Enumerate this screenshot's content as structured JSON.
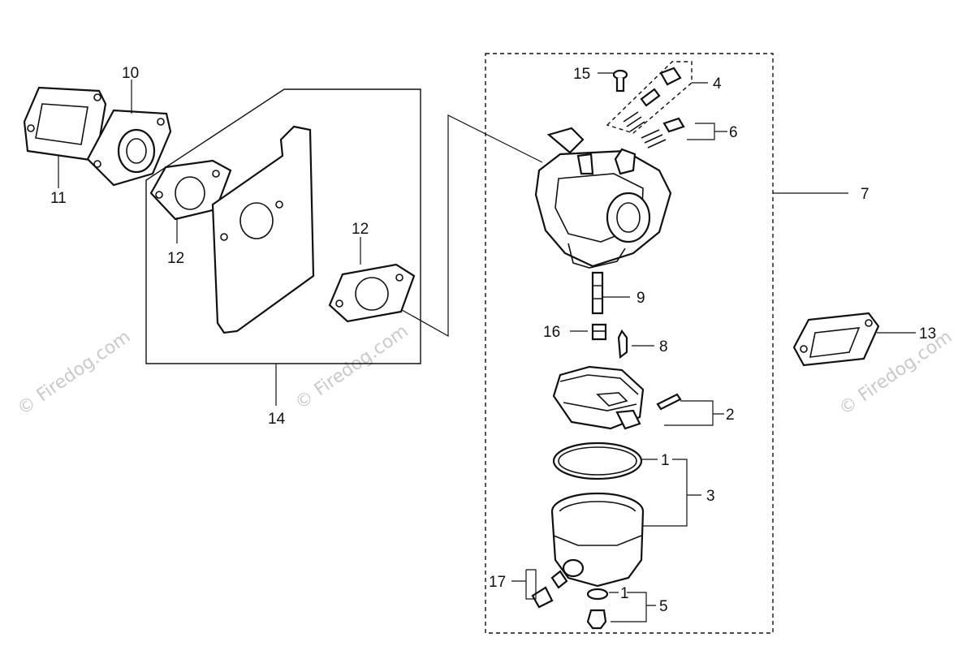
{
  "watermark": {
    "text": "© Firedog.com"
  },
  "callouts": {
    "p1a": "1",
    "p1b": "1",
    "p2": "2",
    "p3": "3",
    "p4": "4",
    "p5": "5",
    "p6": "6",
    "p7": "7",
    "p8": "8",
    "p9": "9",
    "p10": "10",
    "p11": "11",
    "p12a": "12",
    "p12b": "12",
    "p13": "13",
    "p14": "14",
    "p15": "15",
    "p16": "16",
    "p17": "17"
  }
}
